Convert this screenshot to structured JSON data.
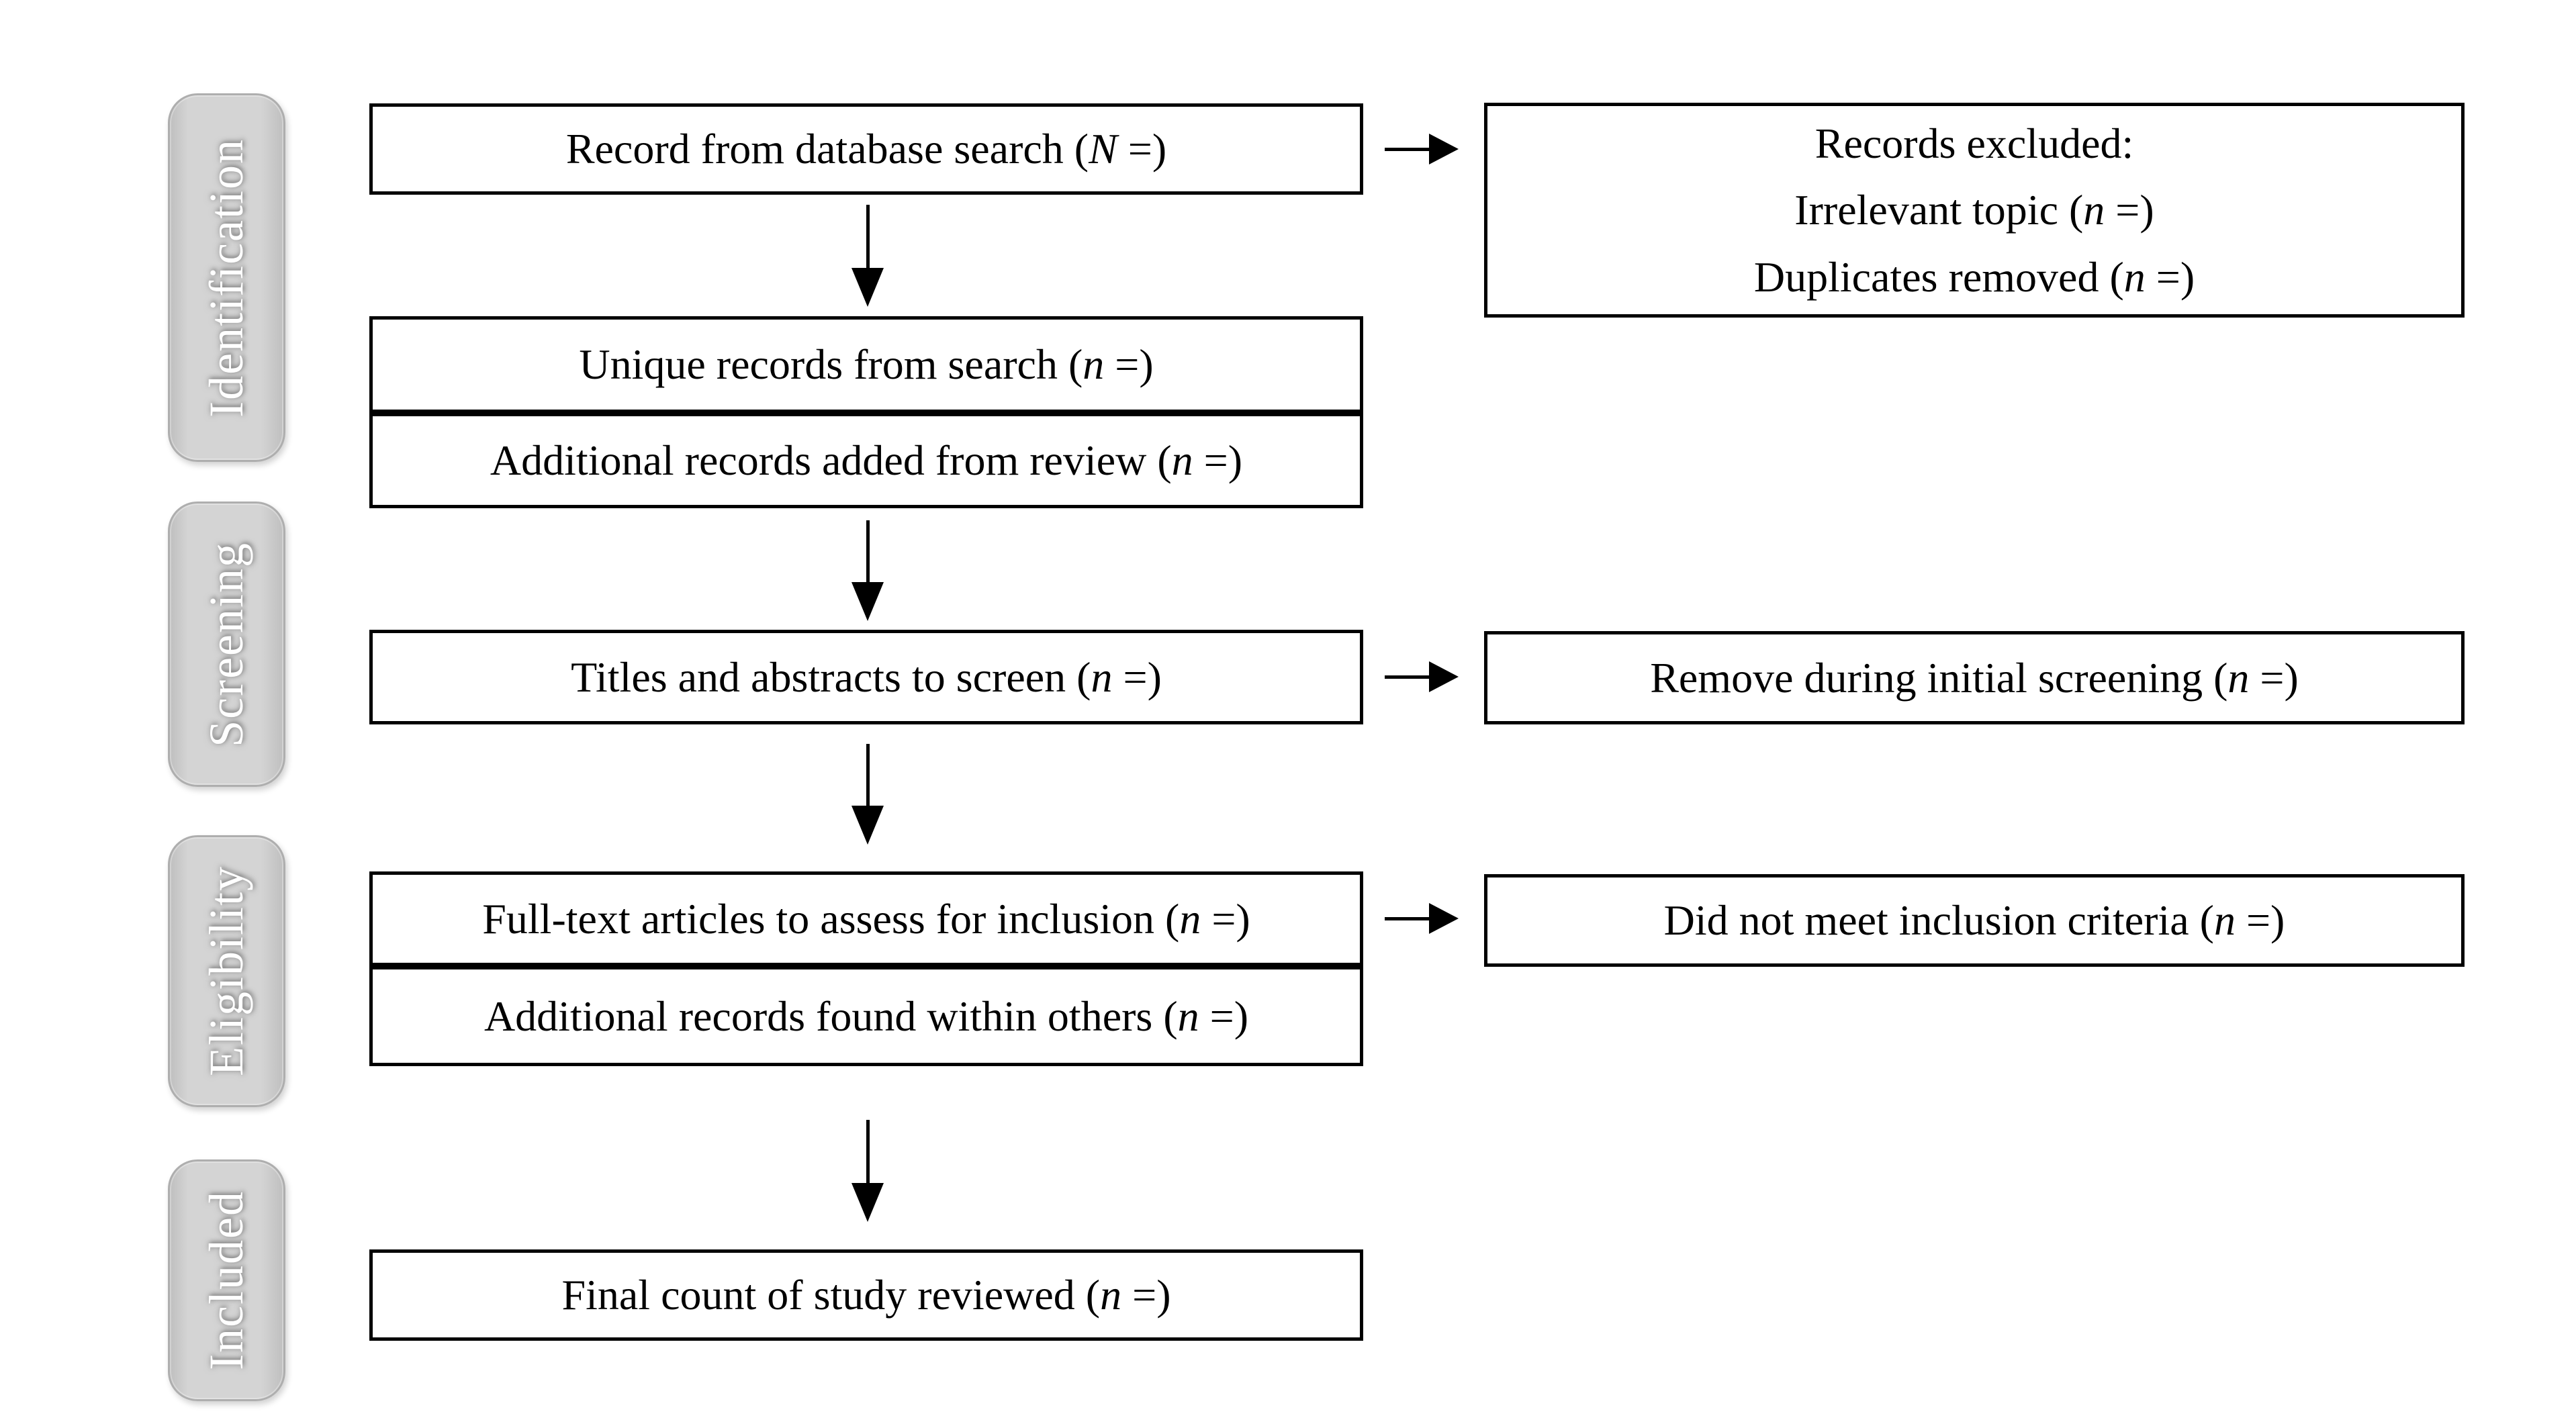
{
  "diagram": {
    "stages": [
      {
        "label": "Identification"
      },
      {
        "label": "Screening"
      },
      {
        "label": "Eligibility"
      },
      {
        "label": "Included"
      }
    ],
    "flow_boxes": {
      "database_search": {
        "pre": "Record from database search (",
        "var": "N",
        "post": " =)"
      },
      "unique_records": {
        "pre": "Unique records from search (",
        "var": "n",
        "post": " =)"
      },
      "additional_from_review": {
        "pre": "Additional records added from review (",
        "var": "n",
        "post": " =)"
      },
      "titles_abstracts": {
        "pre": "Titles and abstracts to screen (",
        "var": "n",
        "post": " =)"
      },
      "fulltext_inclusion": {
        "pre": "Full-text articles to assess for inclusion (",
        "var": "n",
        "post": " =)"
      },
      "additional_within_others": {
        "pre": "Additional records found within others (",
        "var": "n",
        "post": " =)"
      },
      "final_count": {
        "pre": "Final count of study reviewed (",
        "var": "n",
        "post": " =)"
      }
    },
    "exclusion_boxes": {
      "records_excluded": {
        "lines": [
          {
            "pre": "Records excluded:",
            "var": "",
            "post": ""
          },
          {
            "pre": "Irrelevant topic (",
            "var": "n",
            "post": " =)"
          },
          {
            "pre": "Duplicates removed (",
            "var": "n",
            "post": " =)"
          }
        ]
      },
      "initial_screening": {
        "pre": "Remove during initial screening (",
        "var": "n",
        "post": " =)"
      },
      "inclusion_criteria": {
        "pre": "Did not meet inclusion criteria (",
        "var": "n",
        "post": " =)"
      }
    },
    "colors": {
      "background": "#ffffff",
      "box_fill": "#ffffff",
      "box_border": "#000000",
      "text_color": "#000000",
      "stage_fill": "#d4d4d4",
      "stage_fill_edge": "#bfbfbf",
      "stage_border": "#aeaeae",
      "stage_text": "#ffffff"
    }
  }
}
